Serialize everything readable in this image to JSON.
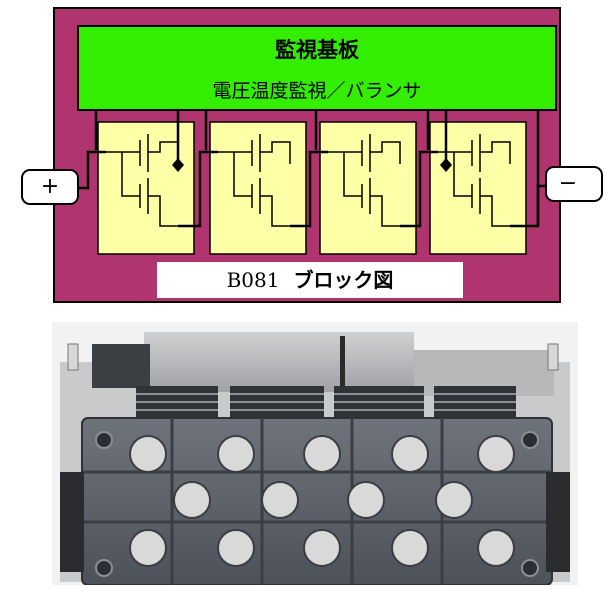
{
  "diagram": {
    "board_title": "監視基板",
    "board_subtitle": "電圧温度監視／バランサ",
    "terminal_plus": "+",
    "terminal_minus": "−",
    "caption_code": "B081",
    "caption_text": "ブロック図",
    "cell_count": 4,
    "colors": {
      "frame": "#b0356f",
      "board": "#33ee00",
      "cell": "#ffffa8",
      "terminal": "#ffffff"
    }
  },
  "photo": {
    "subject": "battery-module-photo",
    "hole_rows": [
      5,
      4,
      5
    ]
  }
}
